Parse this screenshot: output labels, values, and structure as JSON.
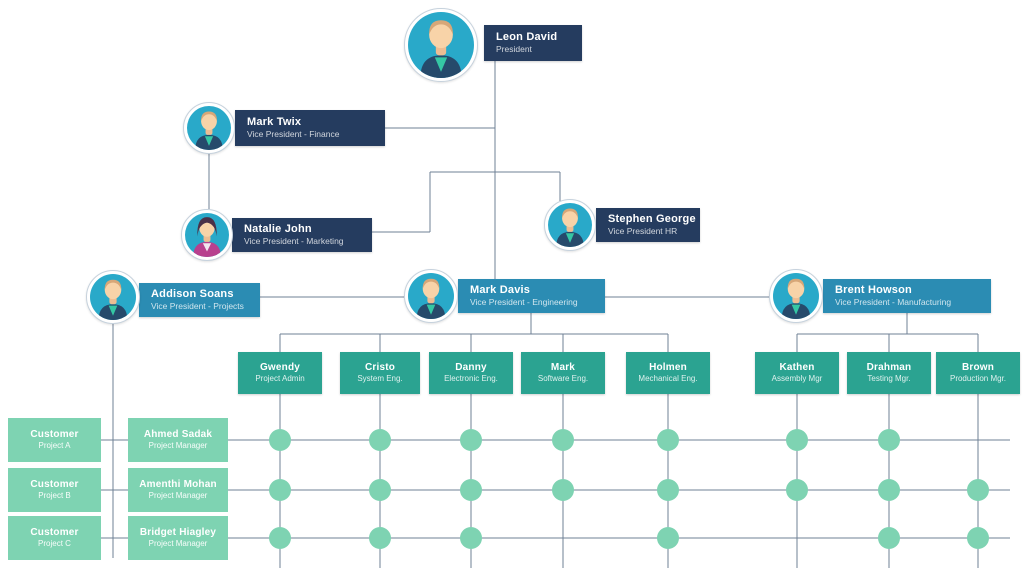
{
  "org": {
    "president": {
      "name": "Leon David",
      "title": "President"
    },
    "executives": [
      {
        "name": "Mark Twix",
        "title": "Vice President - Finance",
        "avatar": "male"
      },
      {
        "name": "Natalie John",
        "title": "Vice President - Marketing",
        "avatar": "female"
      },
      {
        "name": "Stephen George",
        "title": "Vice President HR",
        "avatar": "male"
      }
    ],
    "vice_presidents": [
      {
        "name": "Addison Soans",
        "title": "Vice President - Projects",
        "avatar": "male"
      },
      {
        "name": "Mark Davis",
        "title": "Vice President - Engineering",
        "avatar": "male"
      },
      {
        "name": "Brent Howson",
        "title": "Vice President - Manufacturing",
        "avatar": "male"
      }
    ],
    "departments": [
      {
        "name": "Gwendy",
        "title": "Project Admin"
      },
      {
        "name": "Cristo",
        "title": "System Eng."
      },
      {
        "name": "Danny",
        "title": "Electronic Eng."
      },
      {
        "name": "Mark",
        "title": "Software Eng."
      },
      {
        "name": "Holmen",
        "title": "Mechanical Eng."
      },
      {
        "name": "Kathen",
        "title": "Assembly Mgr"
      },
      {
        "name": "Drahman",
        "title": "Testing Mgr."
      },
      {
        "name": "Brown",
        "title": "Production Mgr."
      }
    ],
    "customers": [
      {
        "name": "Customer",
        "title": "Project A"
      },
      {
        "name": "Customer",
        "title": "Project B"
      },
      {
        "name": "Customer",
        "title": "Project C"
      }
    ],
    "project_managers": [
      {
        "name": "Ahmed Sadak",
        "title": "Project Manager"
      },
      {
        "name": "Amenthi Mohan",
        "title": "Project Manager"
      },
      {
        "name": "Bridget Hiagley",
        "title": "Project Manager"
      }
    ],
    "assignment_matrix": {
      "rows": [
        "Project A",
        "Project B",
        "Project C"
      ],
      "columns": [
        "Gwendy",
        "Cristo",
        "Danny",
        "Mark",
        "Holmen",
        "Kathen",
        "Drahman",
        "Brown"
      ],
      "cells": [
        [
          1,
          1,
          1,
          1,
          1,
          1,
          1,
          0
        ],
        [
          1,
          1,
          1,
          1,
          1,
          1,
          1,
          1
        ],
        [
          1,
          1,
          1,
          0,
          1,
          0,
          1,
          1
        ]
      ]
    },
    "colors": {
      "navy": "#253c5f",
      "teal-blue": "#2b8cb3",
      "teal-green": "#2ba391",
      "light-green": "#7ed3b2",
      "avatar-bg": "#29a9c9",
      "line": "#6f8196"
    }
  }
}
